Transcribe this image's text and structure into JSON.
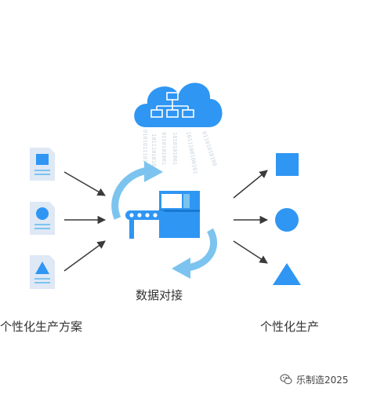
{
  "labels": {
    "dock": "数据对接",
    "left": "个性化生产方案",
    "right": "个性化生产"
  },
  "binary_columns": [
    "0101011101",
    "1011101010",
    "0110101001",
    "1010101001",
    "1011100100101",
    "01101010100"
  ],
  "watermark": {
    "text": "乐制造2025",
    "icon": "wechat-logo-icon"
  },
  "icons": {
    "cloud": "cloud-network-icon",
    "machine": "production-machine-icon",
    "documents": [
      "document-square-icon",
      "document-circle-icon",
      "document-triangle-icon"
    ],
    "outputs": [
      "square-shape-icon",
      "circle-shape-icon",
      "triangle-shape-icon"
    ]
  },
  "colors": {
    "primary_blue": "#2f96f3",
    "light_blue": "#7cc4ef",
    "doc_bg": "#dfe8f5",
    "arrow": "#3a3a3a",
    "text": "#333333"
  }
}
